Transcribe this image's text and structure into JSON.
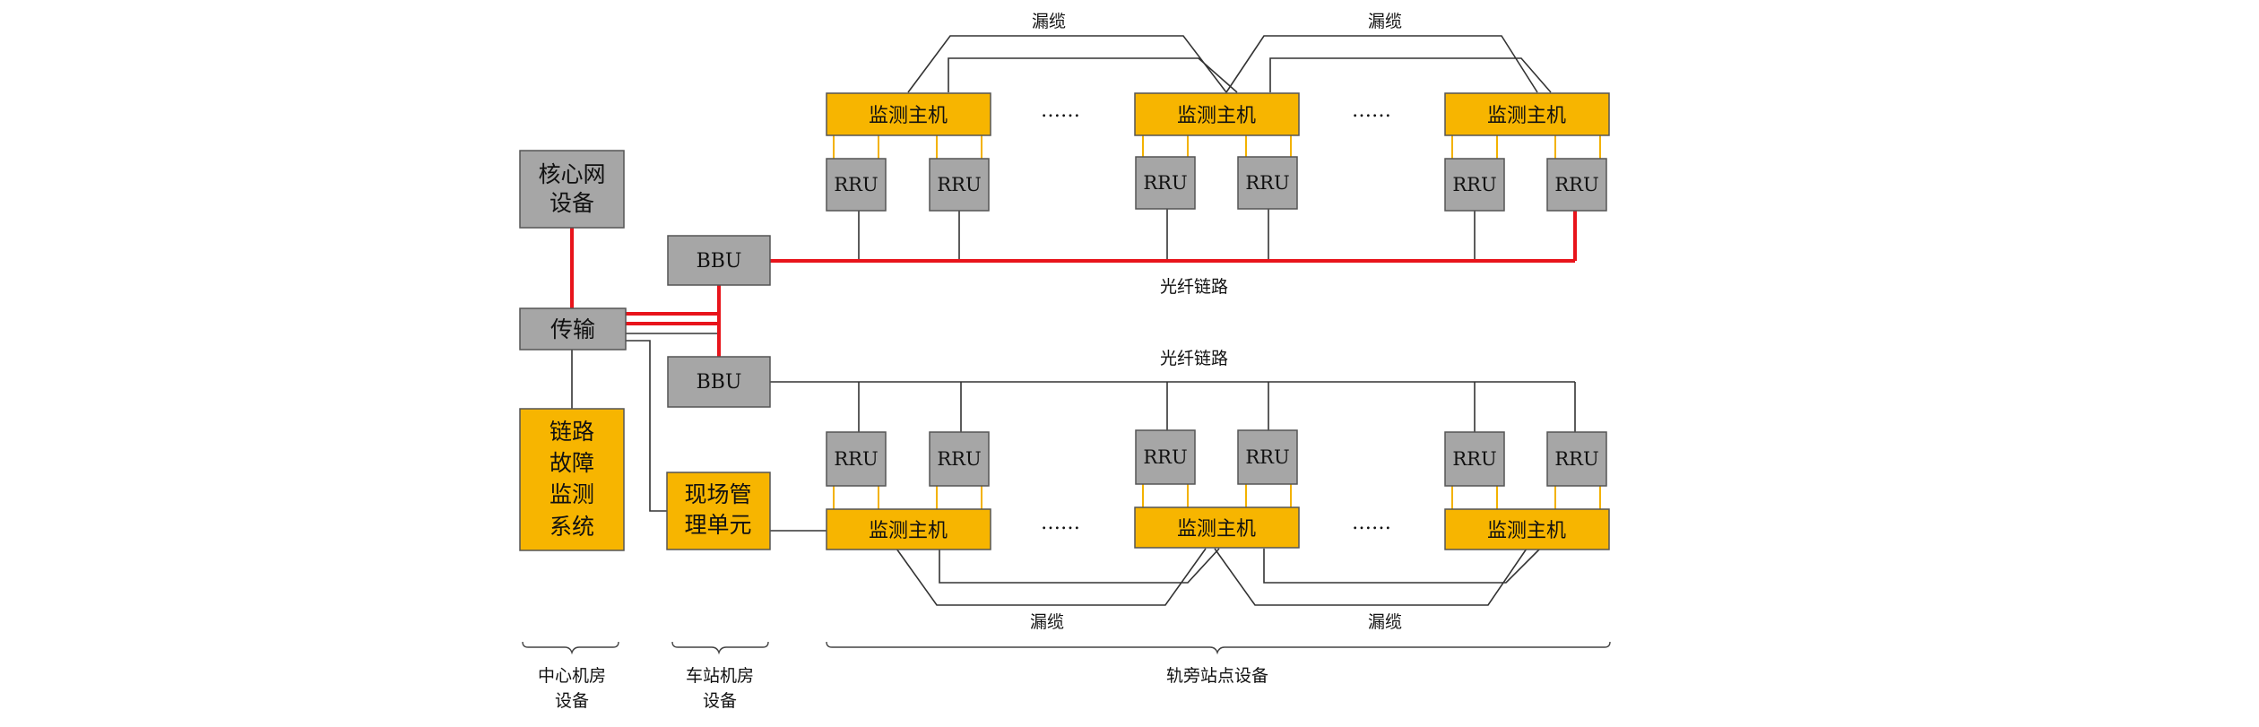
{
  "colors": {
    "gray_box": "#a6a6a6",
    "gold_box": "#f7b500",
    "red_link": "#e8141b",
    "gold_link": "#f3b200",
    "line": "#333333"
  },
  "boxes": {
    "core_network": [
      "核心网",
      "设备"
    ],
    "transmission": "传输",
    "fault_system": [
      "链路",
      "故障",
      "监测",
      "系统"
    ],
    "bbu_top": "BBU",
    "bbu_bottom": "BBU",
    "site_manager": [
      "现场管",
      "理单元"
    ]
  },
  "monitor_host_label": "监测主机",
  "rru_label": "RRU",
  "ellipsis": "……",
  "leaky_cable_label": "漏缆",
  "fiber_link_label": "光纤链路",
  "groups": {
    "center": [
      "中心机房",
      "设备"
    ],
    "station": [
      "车站机房",
      "设备"
    ],
    "trackside": "轨旁站点设备"
  }
}
